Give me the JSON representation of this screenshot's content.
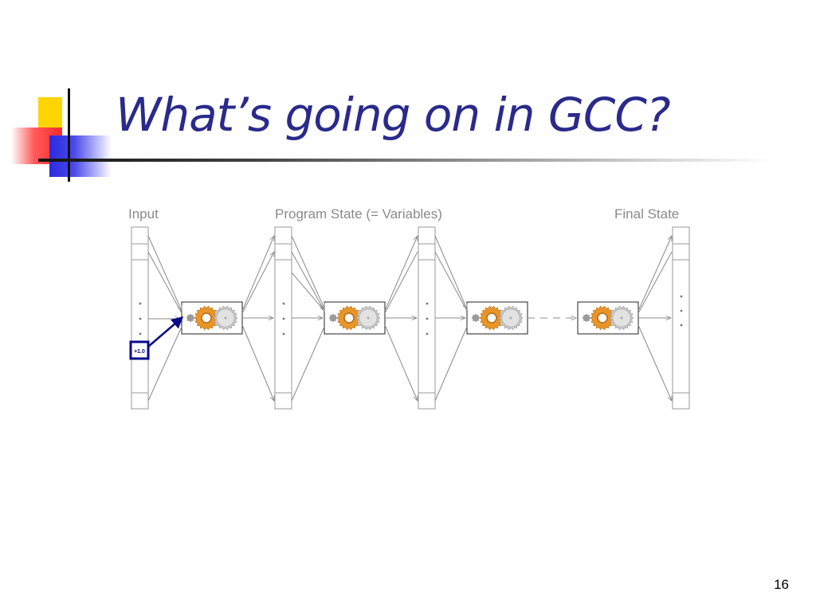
{
  "slide": {
    "title": "What’s going on in GCC?",
    "page_number": "16"
  },
  "diagram": {
    "labels": {
      "input": "Input",
      "program_state": "Program State (= Variables)",
      "final_state": "Final State"
    },
    "highlight_value": "+1.0",
    "colors": {
      "title": "#2a2a8c",
      "highlight": "#0a0a8a",
      "gear_orange": "#e8952a",
      "gear_gray": "#c8c8c8",
      "label_gray": "#8a8a8a"
    }
  }
}
